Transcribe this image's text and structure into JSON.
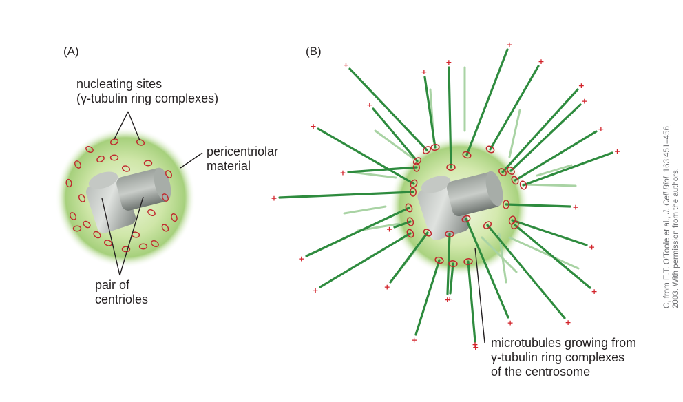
{
  "panel_a": {
    "label": "(A)",
    "nucleating_label_line1": "nucleating sites",
    "nucleating_label_line2": "(γ-tubulin ring complexes)",
    "pcm_label_line1": "pericentriolar",
    "pcm_label_line2": "material",
    "centriole_label_line1": "pair of",
    "centriole_label_line2": "centrioles"
  },
  "panel_b": {
    "label": "(B)",
    "mt_label_line1": "microtubules growing from",
    "mt_label_line2": "γ-tubulin ring complexes",
    "mt_label_line3": "of the centrosome",
    "plus_end_symbol": "+"
  },
  "credit": {
    "line1_pre": "C, from E.T. O'Toole et al., ",
    "line1_journal": "J. Cell Biol.",
    "line1_post": " 163:451–456,",
    "line2": "2003. With permission from the authors."
  },
  "colors": {
    "microtubule": "#2e8b3e",
    "microtubule_faint": "#a9d3a4",
    "ring_complex": "#c1272d",
    "pcm_center": "#d9ecb8",
    "pcm_edge": "#8dc26a",
    "centriole": "#8e948f"
  }
}
